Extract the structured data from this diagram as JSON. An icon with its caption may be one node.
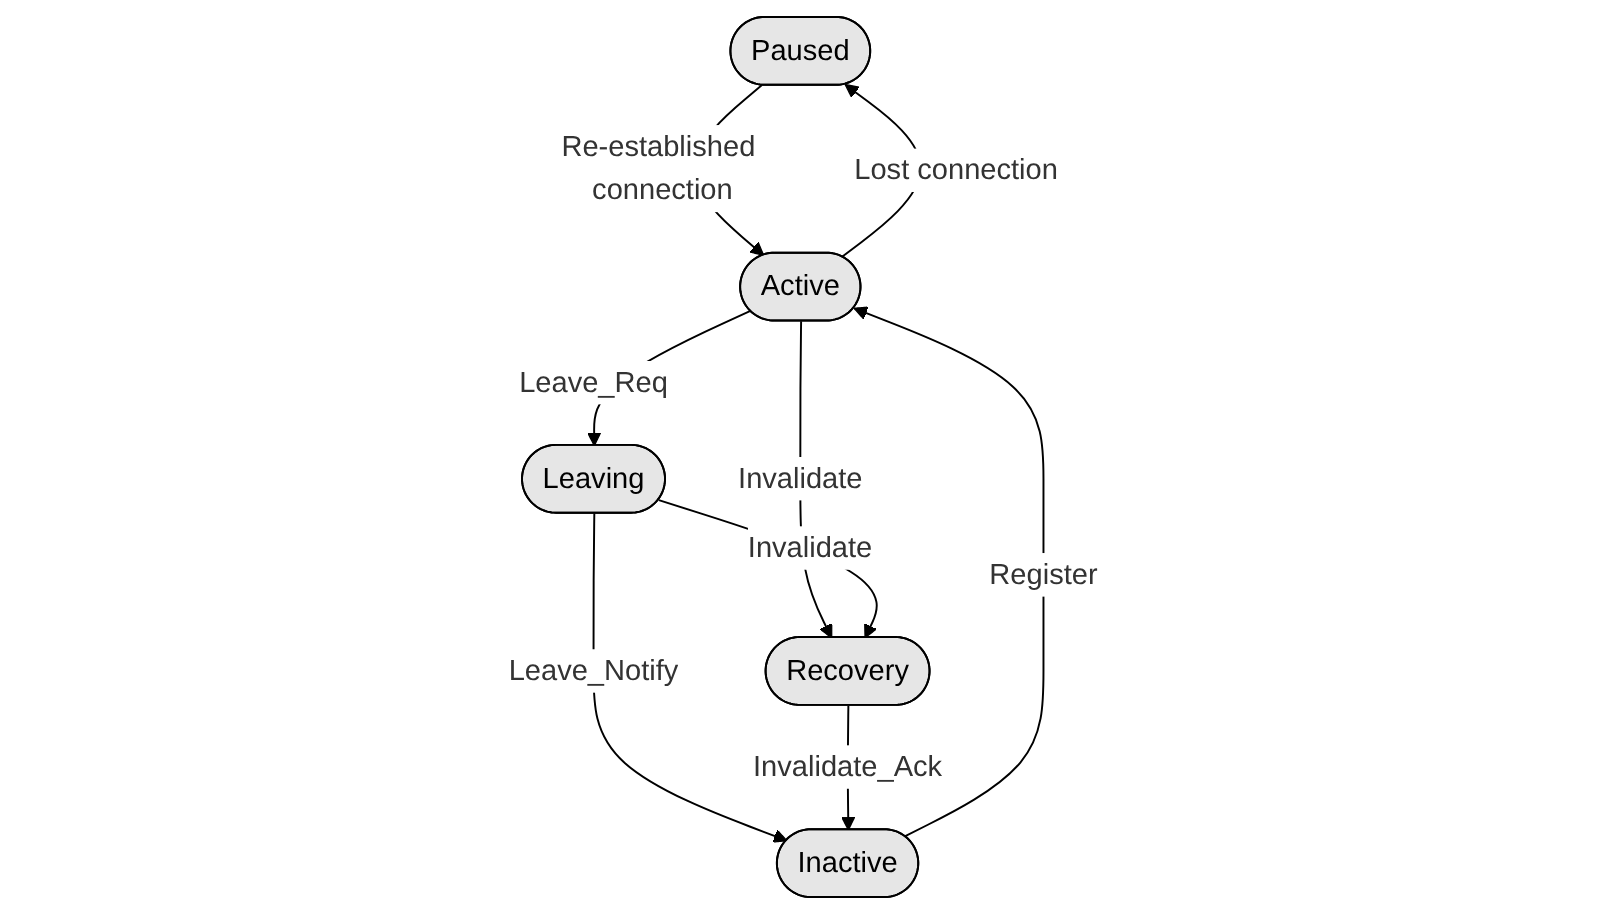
{
  "diagram": {
    "nodes": [
      {
        "text": [
          "Paused"
        ]
      },
      {
        "text": [
          "Inactive"
        ]
      },
      {
        "text": [
          "Active"
        ]
      },
      {
        "text": [
          "Recovery"
        ]
      },
      {
        "text": [
          "Leaving"
        ]
      }
    ],
    "edges": [
      {
        "from": 2,
        "to": 0,
        "arrow": "to",
        "label": "Lost connection"
      },
      {
        "from": 0,
        "to": 2,
        "arrow": "to",
        "label": "Re-established connection"
      },
      {
        "from": 1,
        "to": 2,
        "arrow": "to",
        "label": "Register"
      },
      {
        "from": 2,
        "to": 3,
        "arrow": "to",
        "label": "Invalidate"
      },
      {
        "from": 2,
        "to": 4,
        "arrow": "to",
        "label": "Leave_Req"
      },
      {
        "from": 4,
        "to": 1,
        "arrow": "to",
        "label": "Leave_Notify"
      },
      {
        "from": 4,
        "to": 3,
        "arrow": "to",
        "label": "Invalidate"
      },
      {
        "from": 3,
        "to": 1,
        "arrow": "to",
        "label": "Invalidate_Ack"
      }
    ]
  }
}
